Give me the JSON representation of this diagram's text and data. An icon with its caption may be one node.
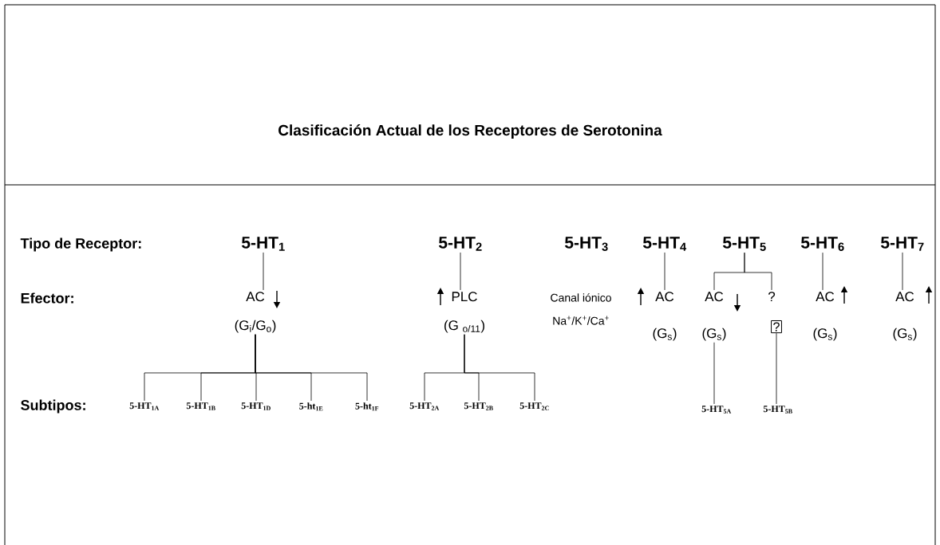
{
  "diagram": {
    "title": "Clasificación Actual de los Receptores de Serotonina",
    "nodes": [
      {
        "text": [
          "5-HT$_{1}$"
        ]
      },
      {
        "text": [
          "5-HT$_{2}$"
        ]
      },
      {
        "text": [
          "5-HT$_{3}$"
        ]
      },
      {
        "text": [
          "5-HT$_{4}$"
        ]
      },
      {
        "text": [
          "5-HT$_{5}$"
        ]
      },
      {
        "text": [
          "5-HT$_{6}$"
        ]
      },
      {
        "text": [
          "5-HT$_{7}$"
        ]
      },
      {
        "text": [
          "AC",
          "(G$_{i}$/G$_{o}$)"
        ]
      },
      {
        "text": [
          "PLC",
          "(G $_{o/11}$)"
        ]
      },
      {
        "text": [
          "Canal iónico",
          "Na$^{+}$/K$^{+}$/Ca$^{+}$"
        ]
      },
      {
        "text": [
          "AC",
          "(G$_{s}$)"
        ]
      },
      {
        "text": [
          "AC",
          "(G$_{s}$)"
        ]
      },
      {
        "text": [
          "?"
        ]
      },
      {
        "text": [
          "?"
        ]
      },
      {
        "text": [
          "AC",
          "(G$_{s}$)"
        ]
      },
      {
        "text": [
          "AC",
          "(G$_{s}$)"
        ]
      },
      {
        "text": [
          "5-HT$_{1A}$"
        ]
      },
      {
        "text": [
          "5-HT$_{1B}$"
        ]
      },
      {
        "text": [
          "5-HT$_{1D}$"
        ]
      },
      {
        "text": [
          "5-ht$_{1E}$"
        ]
      },
      {
        "text": [
          "5-ht$_{1F}$"
        ]
      },
      {
        "text": [
          "5-HT$_{2A}$"
        ]
      },
      {
        "text": [
          "5-HT$_{2B}$"
        ]
      },
      {
        "text": [
          "5-HT$_{2C}$"
        ]
      },
      {
        "text": [
          "5-HT$_{5A}$"
        ]
      },
      {
        "text": [
          "5-HT$_{5B}$"
        ]
      }
    ],
    "edges": [
      {
        "from": 0,
        "to": 7,
        "arrow": "none"
      },
      {
        "from": 1,
        "to": 8,
        "arrow": "none"
      },
      {
        "from": 3,
        "to": 10,
        "arrow": "none"
      },
      {
        "from": 4,
        "to": 11,
        "arrow": "none"
      },
      {
        "from": 4,
        "to": 12,
        "arrow": "none"
      },
      {
        "from": 5,
        "to": 14,
        "arrow": "none"
      },
      {
        "from": 6,
        "to": 15,
        "arrow": "none"
      },
      {
        "from": 7,
        "to": 16,
        "arrow": "none"
      },
      {
        "from": 7,
        "to": 17,
        "arrow": "none"
      },
      {
        "from": 7,
        "to": 18,
        "arrow": "none"
      },
      {
        "from": 7,
        "to": 19,
        "arrow": "none"
      },
      {
        "from": 7,
        "to": 20,
        "arrow": "none"
      },
      {
        "from": 8,
        "to": 21,
        "arrow": "none"
      },
      {
        "from": 8,
        "to": 22,
        "arrow": "none"
      },
      {
        "from": 8,
        "to": 23,
        "arrow": "none"
      },
      {
        "from": 11,
        "to": 24,
        "arrow": "none"
      },
      {
        "from": 13,
        "to": 25,
        "arrow": "none"
      }
    ],
    "labels": [
      "Tipo de Receptor:",
      "Efector:",
      "Subtipos:"
    ]
  }
}
